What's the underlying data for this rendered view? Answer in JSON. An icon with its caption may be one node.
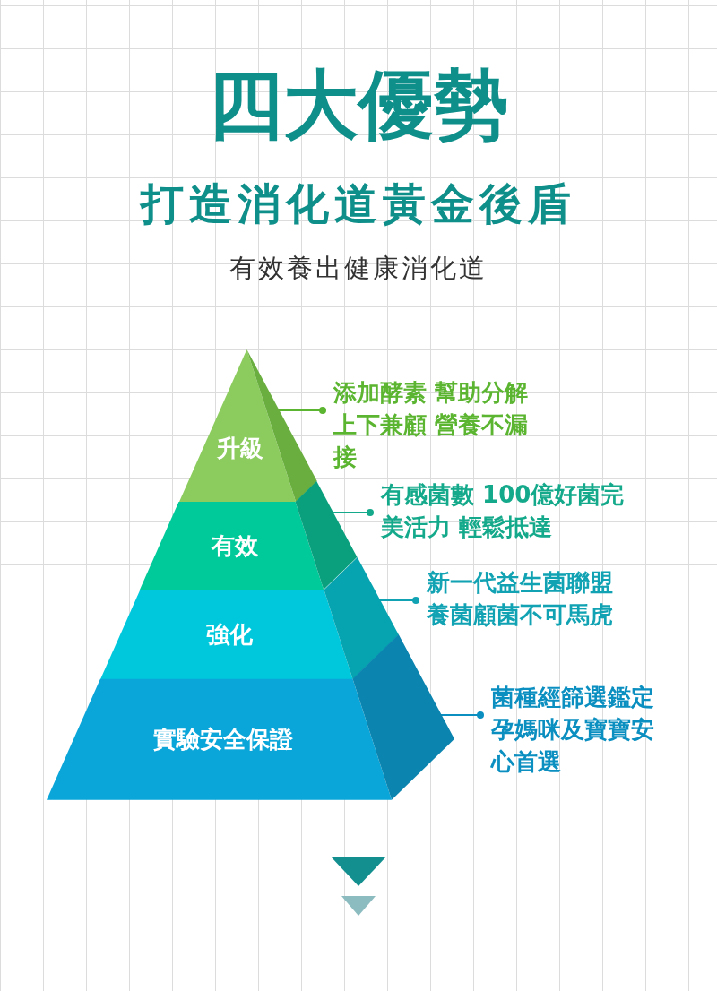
{
  "diagram": {
    "title": "四大優勢",
    "nodes": [
      {
        "text": [
          "升級"
        ]
      },
      {
        "text": [
          "有效"
        ]
      },
      {
        "text": [
          "強化"
        ]
      },
      {
        "text": [
          "實驗安全保證"
        ]
      },
      {
        "text": [
          "添加酵素 幫助分解上下兼顧 營養不漏接"
        ]
      },
      {
        "text": [
          "有感菌數 100億好菌完美活力 輕鬆抵達"
        ]
      },
      {
        "text": [
          "新一代益生菌聯盟養菌顧菌不可馬虎"
        ]
      },
      {
        "text": [
          "菌種經篩選鑑定孕媽咪及寶寶安心首選"
        ]
      }
    ],
    "edges": [
      {
        "from": 4,
        "to": 0,
        "arrow": "other",
        "color": "#5cb531"
      },
      {
        "from": 5,
        "to": 1,
        "arrow": "other",
        "color": "#13a98a"
      },
      {
        "from": 6,
        "to": 2,
        "arrow": "other",
        "color": "#11a3b3"
      },
      {
        "from": 7,
        "to": 3,
        "arrow": "other",
        "color": "#0b8fc0"
      }
    ],
    "labels": [
      "打造消化道黃金後盾",
      "有效養出健康消化道"
    ]
  }
}
